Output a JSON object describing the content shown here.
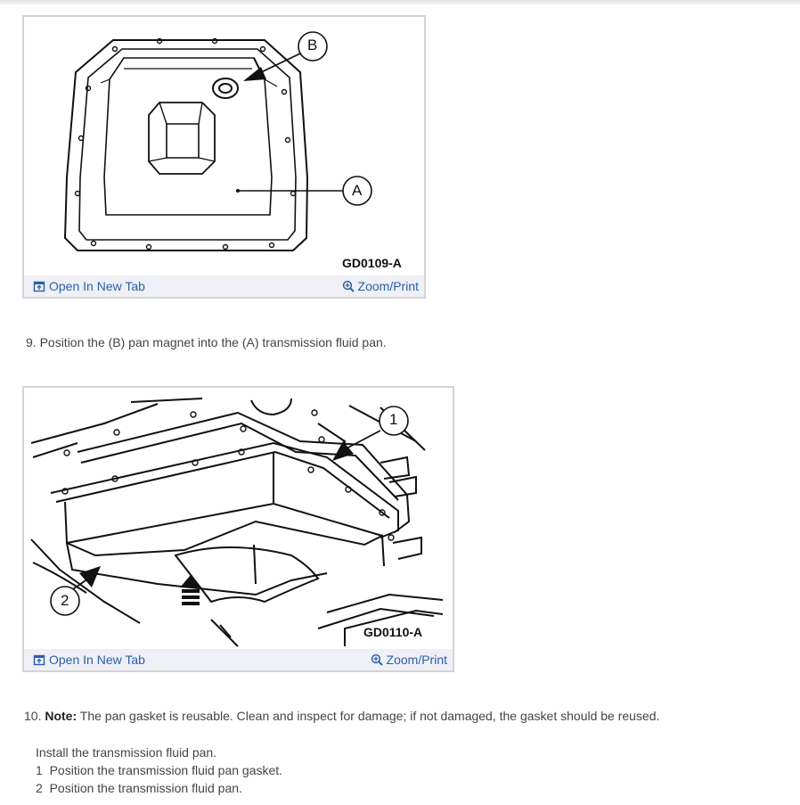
{
  "figure1": {
    "callouts": {
      "a": "A",
      "b": "B"
    },
    "code": "GD0109-A",
    "open_label": "Open In New Tab",
    "zoom_label": "Zoom/Print",
    "open_icon": "open-in-new-tab-icon",
    "zoom_icon": "zoom-in-icon"
  },
  "step9": {
    "text": "9. Position the (B) pan magnet into the (A) transmission fluid pan."
  },
  "figure2": {
    "callouts": {
      "one": "1",
      "two": "2"
    },
    "code": "GD0110-A",
    "open_label": "Open In New Tab",
    "zoom_label": "Zoom/Print"
  },
  "step10": {
    "number": "10.",
    "note_label": "Note:",
    "note_text": "The pan gasket is reusable. Clean and inspect for damage; if not damaged, the gasket should be reused.",
    "intro": "Install the transmission fluid pan.",
    "substeps": [
      {
        "num": "1",
        "text": "Position the transmission fluid pan gasket."
      },
      {
        "num": "2",
        "text": "Position the transmission fluid pan."
      }
    ]
  },
  "colors": {
    "link": "#2d5ea8",
    "bar": "#eef0f6",
    "border": "#d4d4d4"
  }
}
